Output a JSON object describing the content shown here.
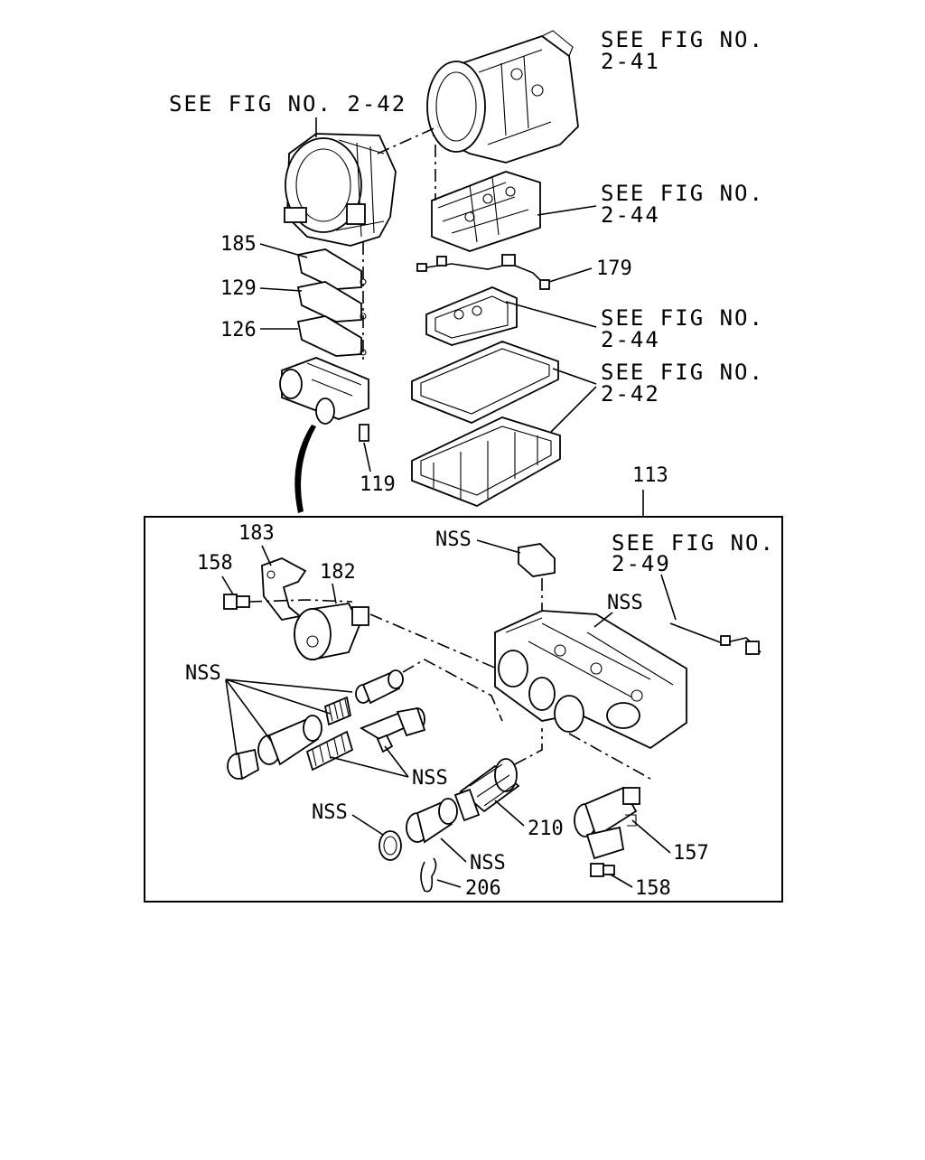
{
  "refs": {
    "top_right_1": [
      "SEE FIG NO.",
      "2-41"
    ],
    "top_left": "SEE FIG NO. 2-42",
    "right_2": [
      "SEE FIG NO.",
      "2-44"
    ],
    "right_3": [
      "SEE FIG NO.",
      "2-44"
    ],
    "right_4": [
      "SEE FIG NO.",
      "2-42"
    ],
    "inset_ref": [
      "SEE FIG NO.",
      "2-49"
    ]
  },
  "labels": {
    "p185": "185",
    "p129": "129",
    "p126": "126",
    "p179": "179",
    "p119": "119",
    "p113": "113",
    "p183": "183",
    "p158a": "158",
    "p182": "182",
    "nss_top": "NSS",
    "nss_body": "NSS",
    "nss_left": "NSS",
    "nss_mid": "NSS",
    "nss_ring": "NSS",
    "nss_plug": "NSS",
    "p210": "210",
    "p157": "157",
    "p206": "206",
    "p158b": "158"
  }
}
